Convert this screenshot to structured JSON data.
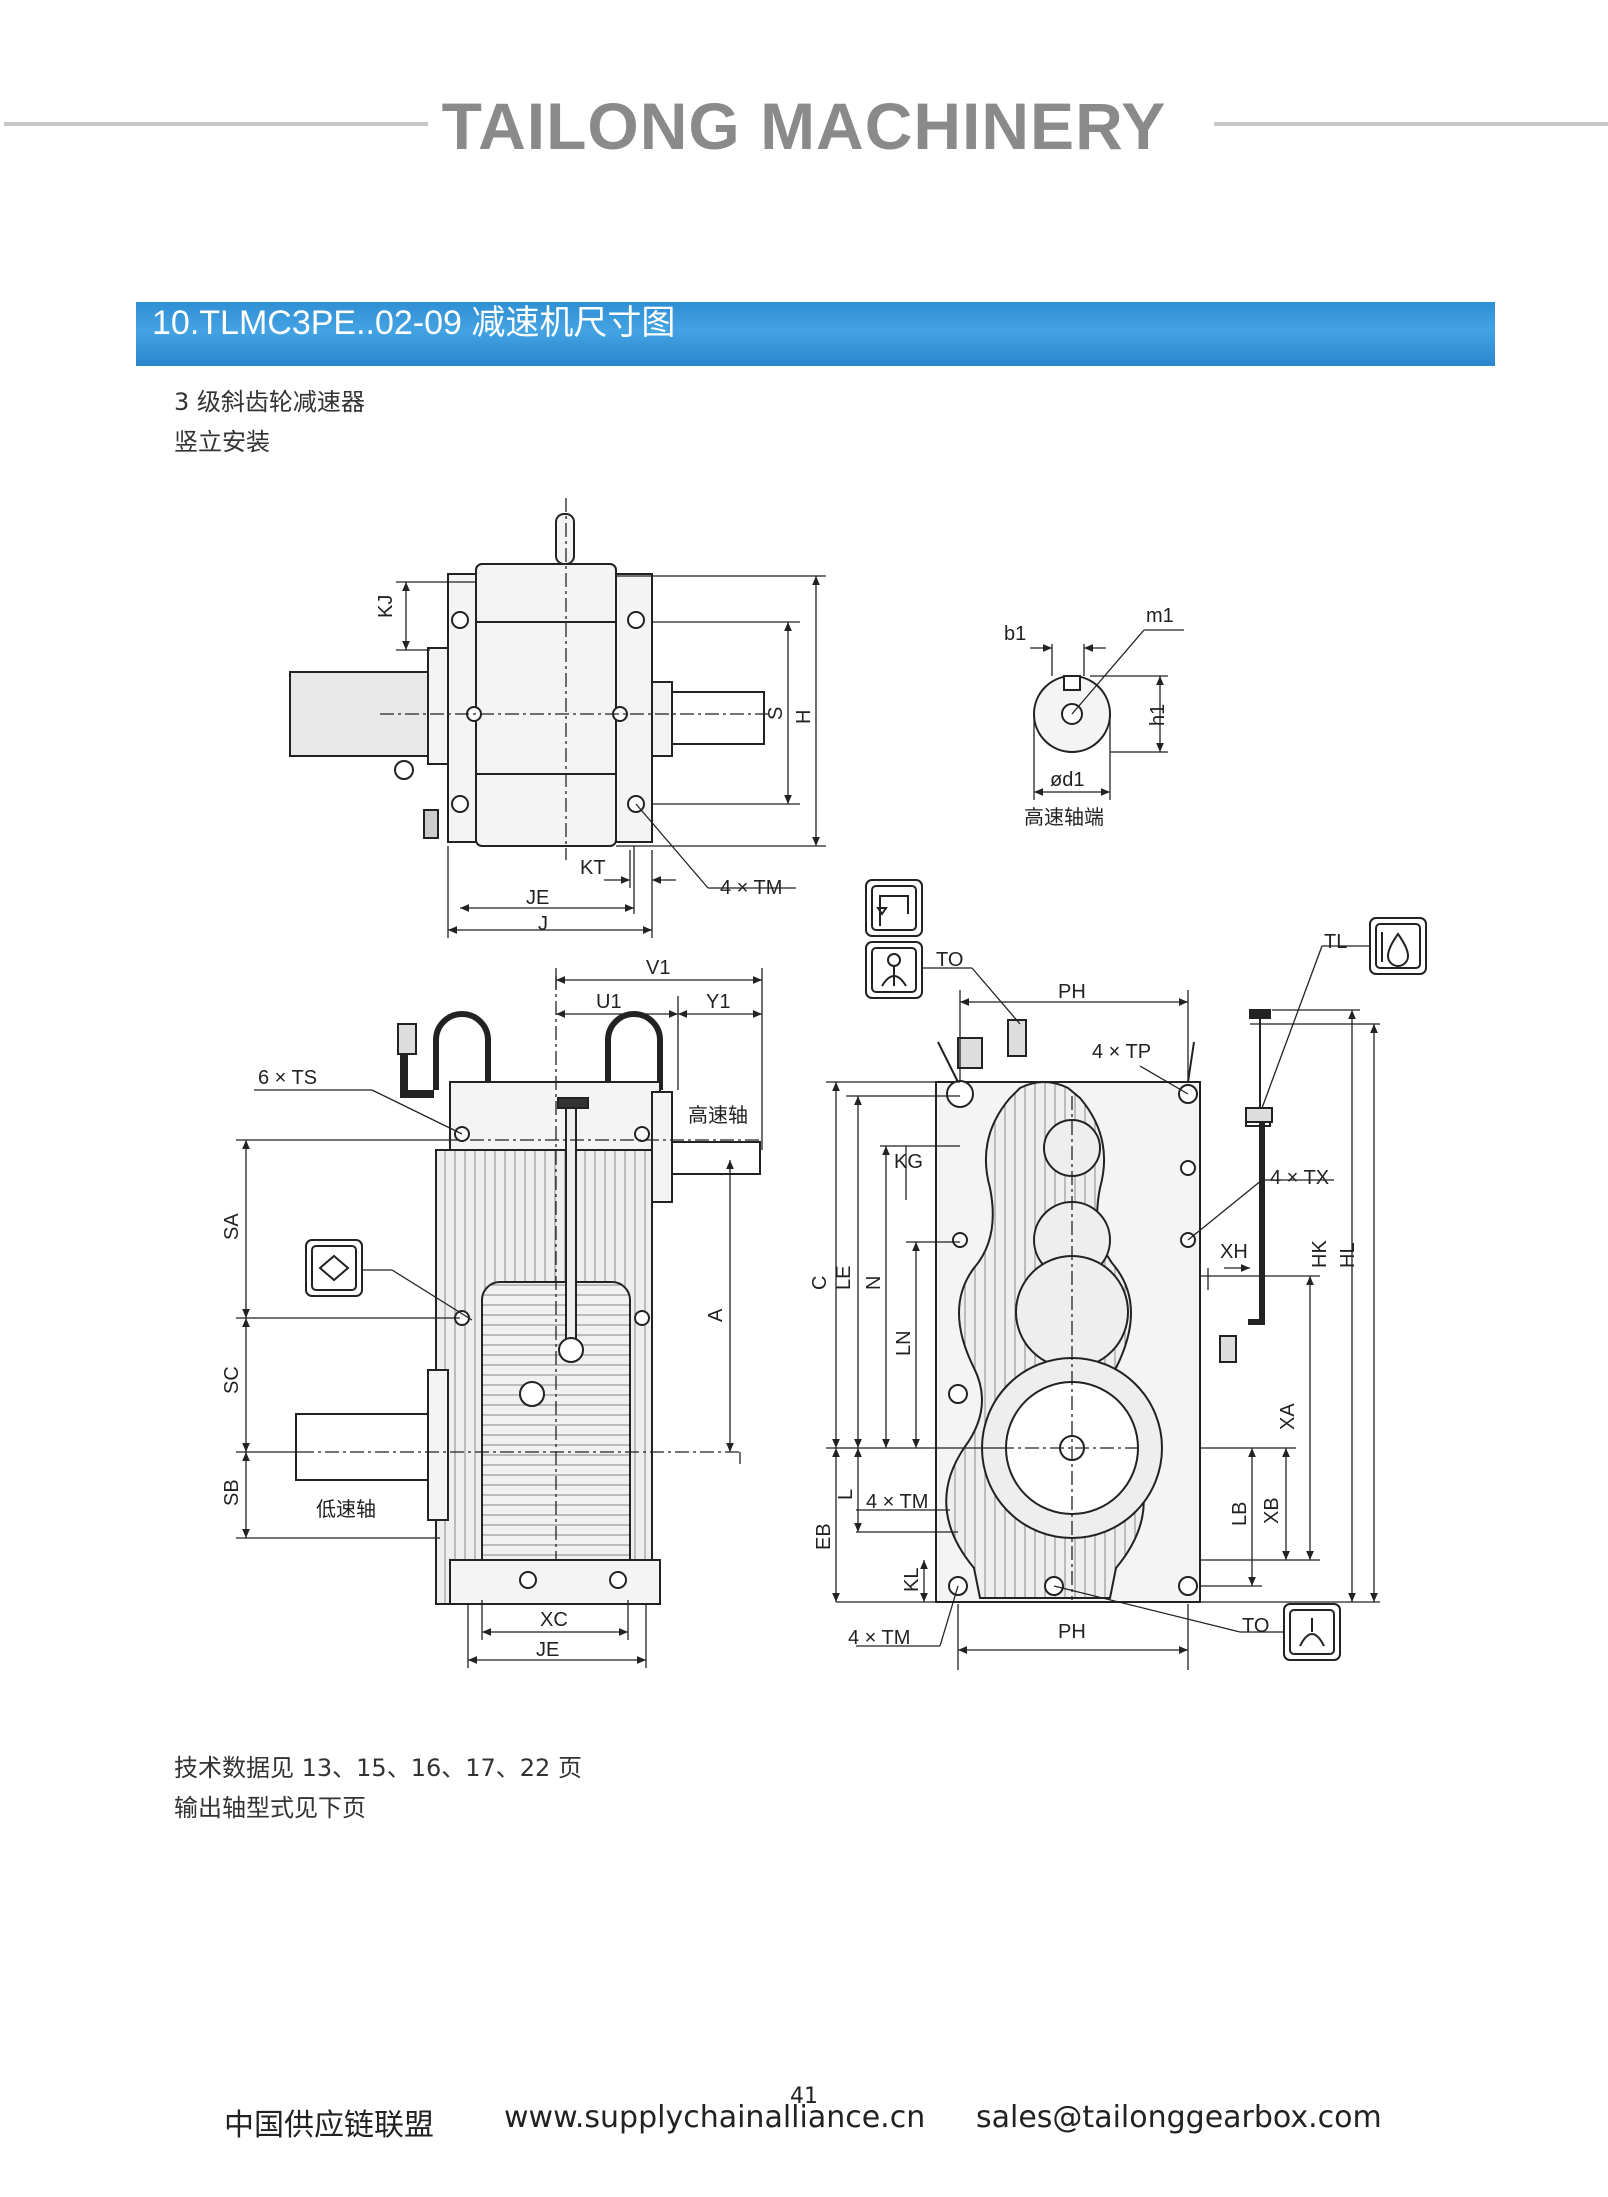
{
  "header": {
    "brand": "TAILONG MACHINERY"
  },
  "section": {
    "title": "10.TLMC3PE..02-09 减速机尺寸图"
  },
  "intro": {
    "line1": "3 级斜齿轮减速器",
    "line2": "竖立安装"
  },
  "labels": {
    "kj": "KJ",
    "s": "S",
    "h": "H",
    "kt": "KT",
    "je": "JE",
    "j": "J",
    "tm4": "4 × TM",
    "b1": "b1",
    "m1": "m1",
    "h1": "h1",
    "d1": "ød1",
    "hs_end": "高速轴端",
    "v1": "V1",
    "u1": "U1",
    "y1": "Y1",
    "ts6": "6 × TS",
    "hs_shaft": "高速轴",
    "sa": "SA",
    "sc": "SC",
    "sb": "SB",
    "a": "A",
    "ls_shaft": "低速轴",
    "xc": "XC",
    "to": "TO",
    "tl": "TL",
    "ph": "PH",
    "tp4": "4 × TP",
    "kg": "KG",
    "tx4": "4 × TX",
    "xh": "XH",
    "hk": "HK",
    "hl": "HL",
    "c": "C",
    "le": "LE",
    "n": "N",
    "ln": "LN",
    "xa": "XA",
    "l": "L",
    "lb": "LB",
    "xb": "XB",
    "eb": "EB",
    "kl": "KL"
  },
  "notes": {
    "line1": "技术数据见 13、15、16、17、22 页",
    "line2": "输出轴型式见下页"
  },
  "page_number": "41",
  "footer": {
    "org": "中国供应链联盟",
    "website": "www.supplychainalliance.cn",
    "email": "sales@tailonggearbox.com"
  }
}
